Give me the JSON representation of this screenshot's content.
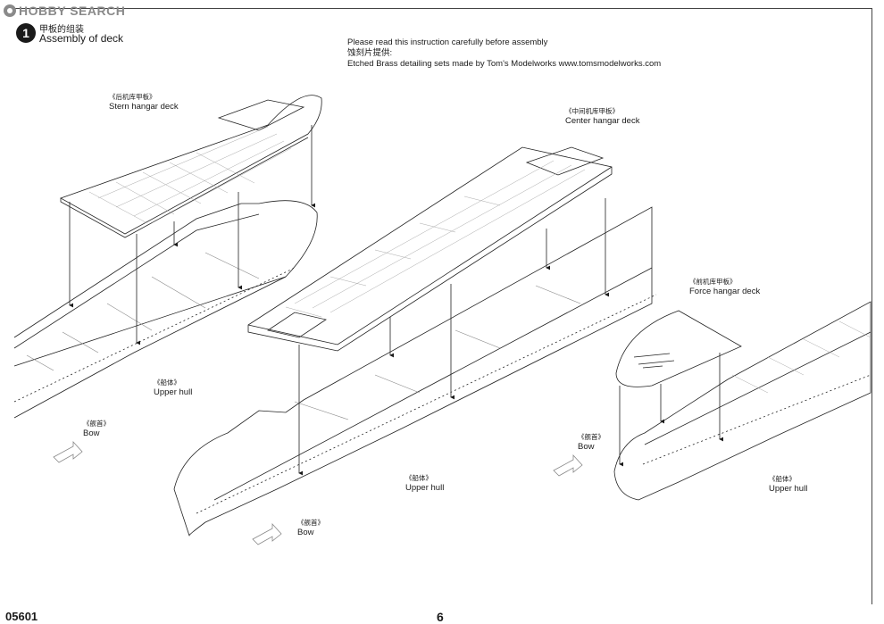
{
  "watermark": {
    "text": "HOBBY SEARCH",
    "icon": "h-circle-icon"
  },
  "step": {
    "number": "1",
    "title_cn": "甲板的组装",
    "title_en": "Assembly of deck"
  },
  "notes": [
    "Please read this instruction carefully before assembly",
    "蚀刻片提供:",
    "Etched Brass detailing sets made by Tom's Modelworks www.tomsmodelworks.com"
  ],
  "labels": {
    "stern_deck": {
      "cn": "《后机库甲板》",
      "en": "Stern hangar deck"
    },
    "center_deck": {
      "cn": "《中间机库甲板》",
      "en": "Center hangar deck"
    },
    "force_deck": {
      "cn": "《前机库甲板》",
      "en": "Force hangar deck"
    },
    "upper_hull_left": {
      "cn": "《船体》",
      "en": "Upper hull"
    },
    "upper_hull_mid": {
      "cn": "《船体》",
      "en": "Upper hull"
    },
    "upper_hull_right": {
      "cn": "《船体》",
      "en": "Upper hull"
    },
    "bow_left": {
      "cn": "《舰首》",
      "en": "Bow"
    },
    "bow_mid": {
      "cn": "《舰首》",
      "en": "Bow"
    },
    "bow_right": {
      "cn": "《舰首》",
      "en": "Bow"
    }
  },
  "footer": {
    "code": "05601",
    "page": "6"
  }
}
